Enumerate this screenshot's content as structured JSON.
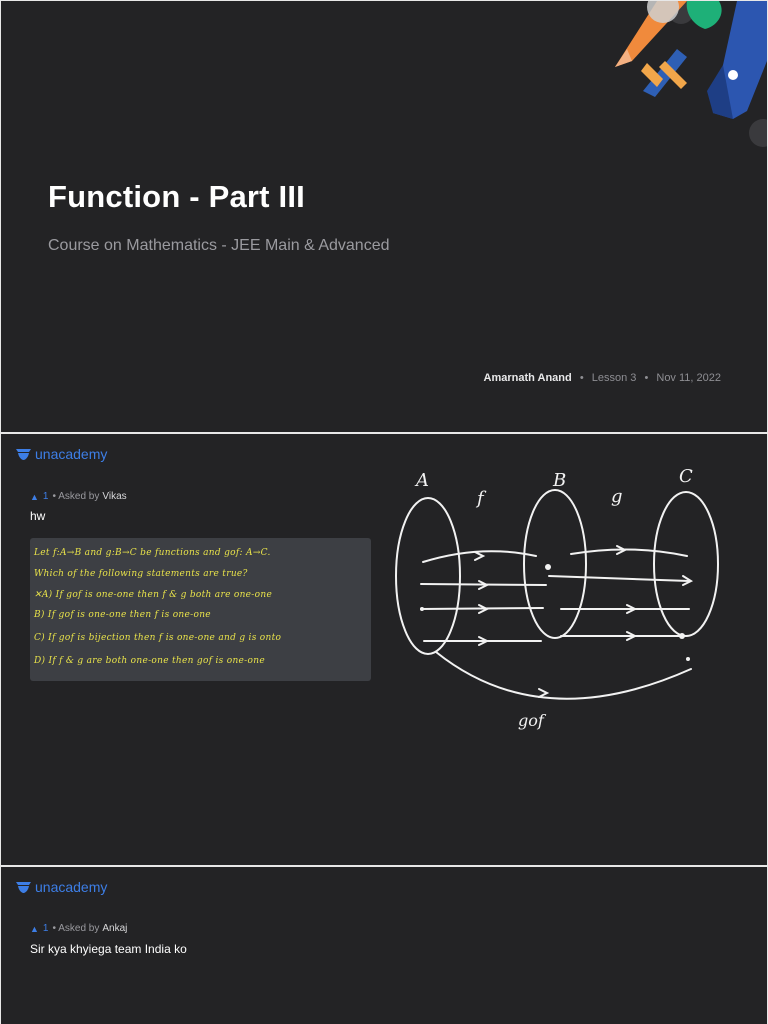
{
  "slide1": {
    "title": "Function - Part III",
    "subtitle": "Course on Mathematics - JEE Main & Advanced",
    "author": "Amarnath Anand",
    "lesson": "Lesson 3",
    "date": "Nov 11, 2022",
    "separator": "•"
  },
  "brand": {
    "name": "unacademy",
    "color": "#3d7ee6"
  },
  "slide2": {
    "votes": "1",
    "asked_prefix": "• Asked by",
    "asker": "Vikas",
    "question": "hw",
    "board_lines": [
      "Let  f:A→B  and  g:B→C  be functions and gof: A→C.",
      "Which  of  the  following  statements  are true?",
      "✕A)   If  gof  is one-one  then  f & g  both are one-one",
      "B) If  gof  is one-one  then  f is one-one",
      "C) If  gof  is bijection then  f is one-one and g is onto",
      "D) If  f & g  are  both  one-one  then  gof is one-one"
    ],
    "diagram_labels": {
      "a": "A",
      "b": "B",
      "c": "C",
      "f": "f",
      "g": "g",
      "gof": "gof"
    }
  },
  "slide3": {
    "votes": "1",
    "asked_prefix": "• Asked by",
    "asker": "Ankaj",
    "question": "Sir kya khyiega team India ko"
  }
}
